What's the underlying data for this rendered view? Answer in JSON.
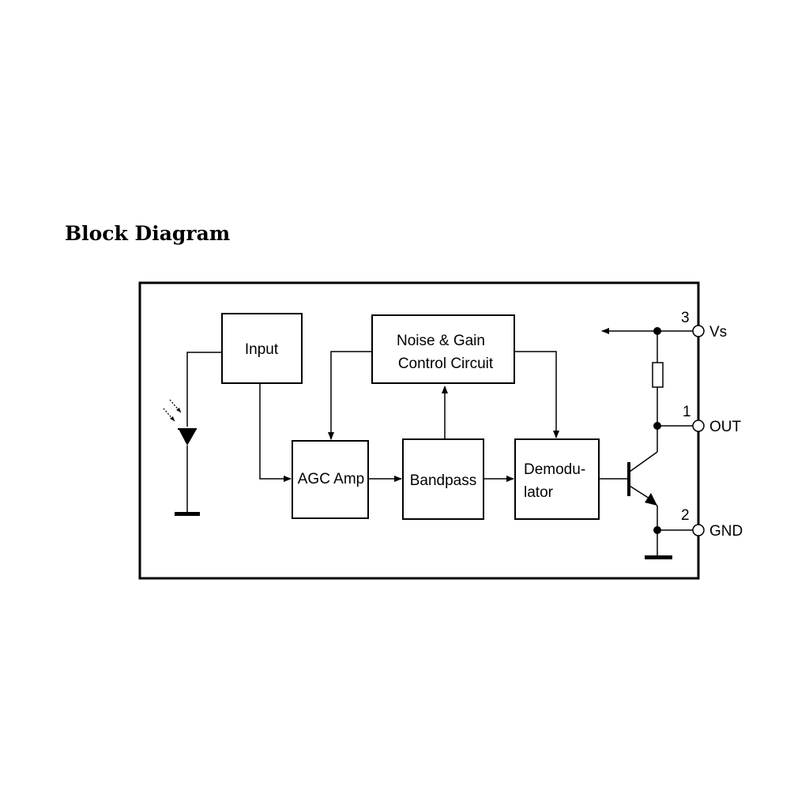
{
  "title": "Block Diagram",
  "blocks": {
    "input": "Input",
    "noise_gain_line1": "Noise & Gain",
    "noise_gain_line2": "Control Circuit",
    "agc_amp": "AGC Amp",
    "bandpass": "Bandpass",
    "demod_line1": "Demodu-",
    "demod_line2": "lator"
  },
  "pins": {
    "vs": {
      "number": "3",
      "label": "Vs"
    },
    "out": {
      "number": "1",
      "label": "OUT"
    },
    "gnd": {
      "number": "2",
      "label": "GND"
    }
  }
}
